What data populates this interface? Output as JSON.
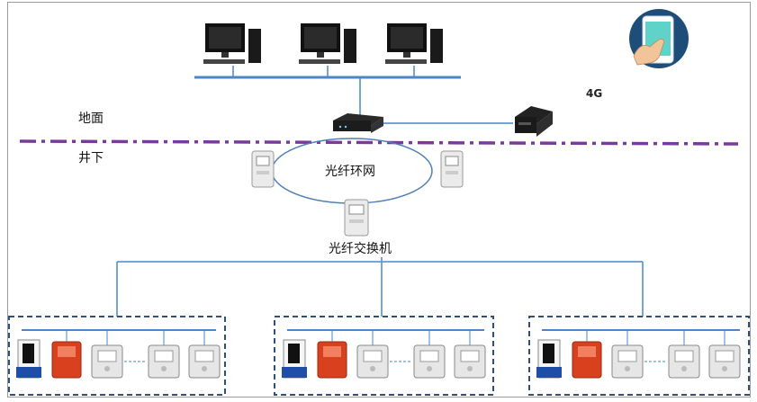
{
  "labels": {
    "ground": "地面",
    "underground": "井下",
    "ring": "光纤环网",
    "switch": "光纤交换机",
    "mobile": "4G"
  },
  "colors": {
    "bus": "#4a86c8",
    "boundary": "#7a3a9c",
    "cluster_border": "#2f4f7f",
    "ring": "#4f7fb8",
    "tree": "#4a86c8",
    "device_red": "#d8401e",
    "cabinet_gray": "#e6e6e6"
  },
  "icons": {
    "workstation": "desktop-computer-icon",
    "server": "industrial-server-icon",
    "router": "4g-router-icon",
    "phone": "smartphone-touch-icon",
    "ring_switch": "ring-network-switch-icon",
    "substation": "mining-substation-cluster"
  }
}
